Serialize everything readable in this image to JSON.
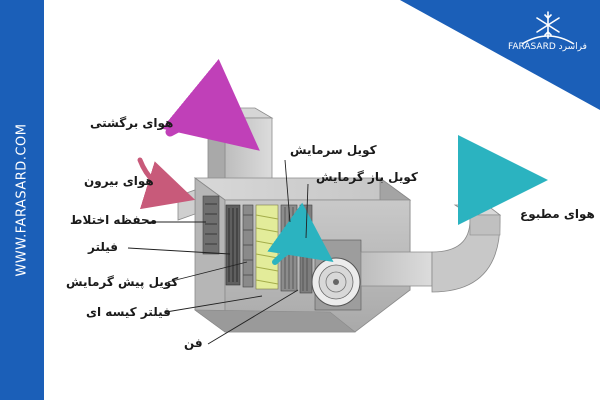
{
  "brand": {
    "website": "WWW.FARASARD.COM",
    "logo_text": "FARASARD فراسرد",
    "logo_icon": "snowflake-icon"
  },
  "labels": {
    "return_air": "هوای برگشتی",
    "outside_air": "هوای بیرون",
    "mixing_chamber": "محفظه اختلاط",
    "filter": "فیلتر",
    "preheat_coil": "کویل پیش گرمایش",
    "bag_filter": "فیلتر کیسه ای",
    "fan": "فن",
    "cooling_coil": "کویل سرمایش",
    "reheat_coil": "کویل باز گرمایش",
    "supply_air": "هوای مطبوع"
  },
  "colors": {
    "brand_blue": "#1b5fb8",
    "return_arrow": "#c040b8",
    "outside_arrow": "#c85a7a",
    "supply_arrow": "#2bb3c0",
    "coil_green": "#d9e88a",
    "casing": "#b9b9b9"
  }
}
